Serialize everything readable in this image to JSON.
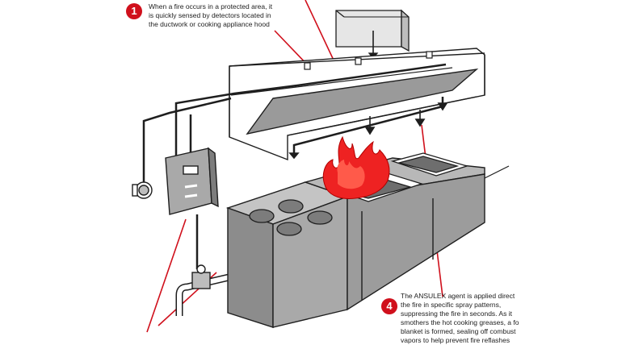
{
  "colors": {
    "accent": "#d0101c",
    "flame": "#ee2222",
    "line": "#1e1e1e",
    "metal_dark": "#8c8c8c",
    "metal_mid": "#a9a9a9",
    "metal_light": "#cfcfcf"
  },
  "callouts": [
    {
      "number": "1",
      "lines": [
        "When a fire occurs in a protected area, it",
        "is quickly sensed by detectors located in",
        "the ductwork or cooking appliance hood"
      ]
    },
    {
      "number": "4",
      "lines": [
        "The ANSULEX agent is applied direct",
        "the fire in specific spray patterns,",
        "suppressing the fire in seconds. As it",
        "smothers the hot cooking greases, a fo",
        "blanket is formed, sealing off combust",
        "vapors to help prevent fire reflashes"
      ]
    }
  ],
  "icons": [
    "duct-icon",
    "hood-icon",
    "detector-icon",
    "control-panel-icon",
    "manual-pull-station-icon",
    "gas-valve-icon",
    "nozzle-icon",
    "range-burner-icon",
    "fryer-icon",
    "flame-icon"
  ]
}
